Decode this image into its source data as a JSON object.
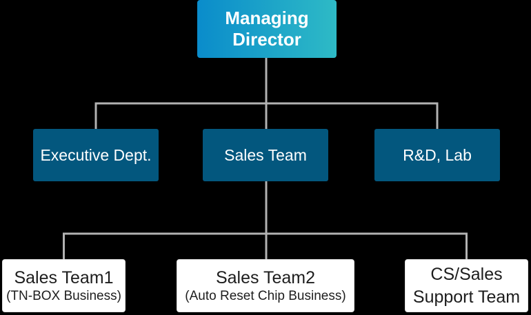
{
  "canvas": {
    "background": "#000000"
  },
  "chart": {
    "type": "org-chart",
    "root": {
      "title": "Managing Director"
    },
    "departments": [
      {
        "title": "Executive Dept."
      },
      {
        "title": "Sales Team"
      },
      {
        "title": "R&D, Lab"
      }
    ],
    "teams": [
      {
        "title": "Sales Team1",
        "subtitle": "(TN-BOX Business)"
      },
      {
        "title": "Sales Team2",
        "subtitle": "(Auto Reset Chip Business)"
      },
      {
        "title": "CS/Sales Support Team"
      }
    ]
  },
  "colors": {
    "root_gradient_start": "#0a8ccb",
    "root_gradient_end": "#2ebac6",
    "department_box": "#03577e",
    "team_box": "#ffffff",
    "connector_line": "#b2b2b2",
    "root_text": "#ffffff",
    "department_text": "#ffffff",
    "team_text": "#1d1d1d"
  }
}
